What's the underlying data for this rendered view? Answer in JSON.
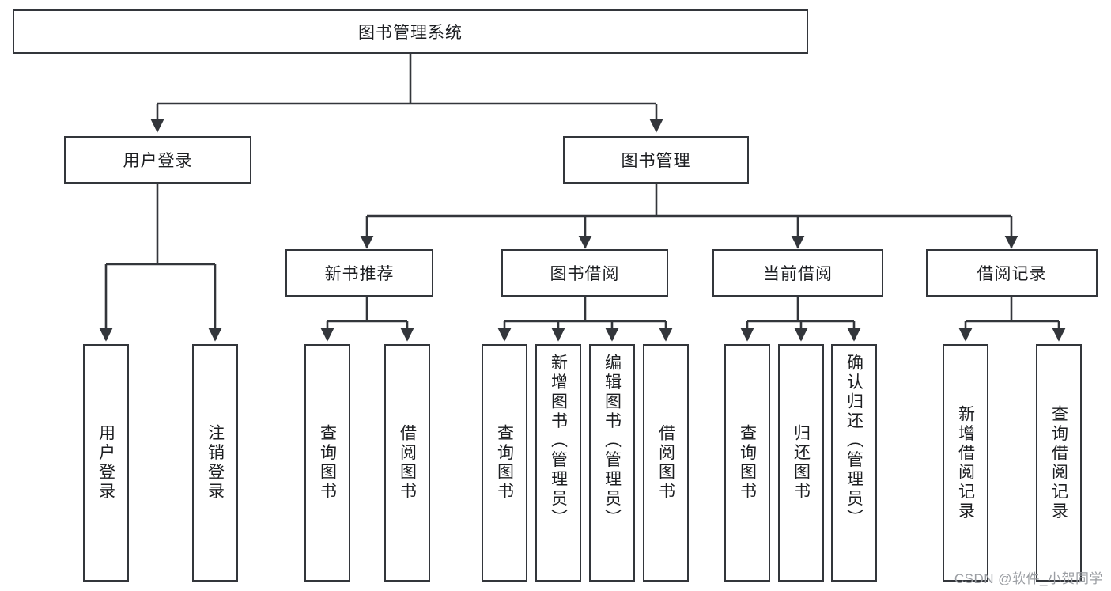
{
  "diagram": {
    "title_node": {
      "label": "图书管理系统"
    },
    "level2": [
      {
        "id": "user-login",
        "label": "用户登录"
      },
      {
        "id": "book-manage",
        "label": "图书管理"
      }
    ],
    "level3": [
      {
        "id": "new-book-recommend",
        "label": "新书推荐"
      },
      {
        "id": "book-borrow",
        "label": "图书借阅"
      },
      {
        "id": "current-borrow",
        "label": "当前借阅"
      },
      {
        "id": "borrow-record",
        "label": "借阅记录"
      }
    ],
    "leaves": {
      "user_login": [
        {
          "id": "leaf-user-login",
          "label": "用户登录"
        },
        {
          "id": "leaf-logout-login",
          "label": "注销登录"
        }
      ],
      "new_book_recommend": [
        {
          "id": "leaf-query-book-1",
          "label": "查询图书"
        },
        {
          "id": "leaf-borrow-book-1",
          "label": "借阅图书"
        }
      ],
      "book_borrow": [
        {
          "id": "leaf-query-book-2",
          "label": "查询图书"
        },
        {
          "id": "leaf-add-book",
          "label": "新增图书（管理员）"
        },
        {
          "id": "leaf-edit-book",
          "label": "编辑图书（管理员）"
        },
        {
          "id": "leaf-borrow-book-2",
          "label": "借阅图书"
        }
      ],
      "current_borrow": [
        {
          "id": "leaf-query-book-3",
          "label": "查询图书"
        },
        {
          "id": "leaf-return-book",
          "label": "归还图书"
        },
        {
          "id": "leaf-confirm-return",
          "label": "确认归还（管理员）"
        }
      ],
      "borrow_record": [
        {
          "id": "leaf-add-borrow-record",
          "label": "新增借阅记录"
        },
        {
          "id": "leaf-query-borrow-record",
          "label": "查询借阅记录"
        }
      ]
    },
    "watermark": "CSDN @软件_小贺同学",
    "colors": {
      "stroke": "#33363b",
      "background": "#ffffff",
      "text": "#1c1e21",
      "watermark": "#9b9ea3"
    }
  }
}
